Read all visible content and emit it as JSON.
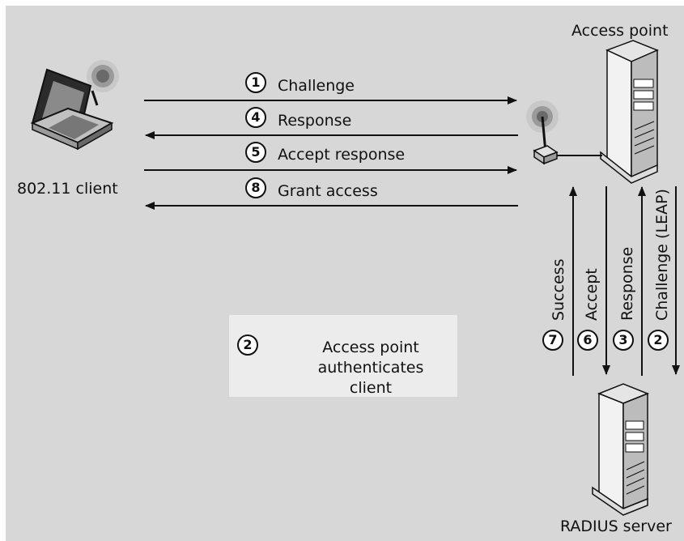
{
  "nodes": {
    "client": "802.11 client",
    "access_point": "Access point",
    "radius_server": "RADIUS server"
  },
  "messages": [
    {
      "step": "1",
      "label": "Challenge"
    },
    {
      "step": "4",
      "label": "Response"
    },
    {
      "step": "5",
      "label": "Accept response"
    },
    {
      "step": "8",
      "label": "Grant access"
    }
  ],
  "server_messages": [
    {
      "step": "7",
      "label": "Success"
    },
    {
      "step": "6",
      "label": "Accept"
    },
    {
      "step": "3",
      "label": "Response"
    },
    {
      "step": "2",
      "label": "Challenge (LEAP)"
    }
  ],
  "note": {
    "step": "2",
    "text": "Access point authenticates client"
  }
}
